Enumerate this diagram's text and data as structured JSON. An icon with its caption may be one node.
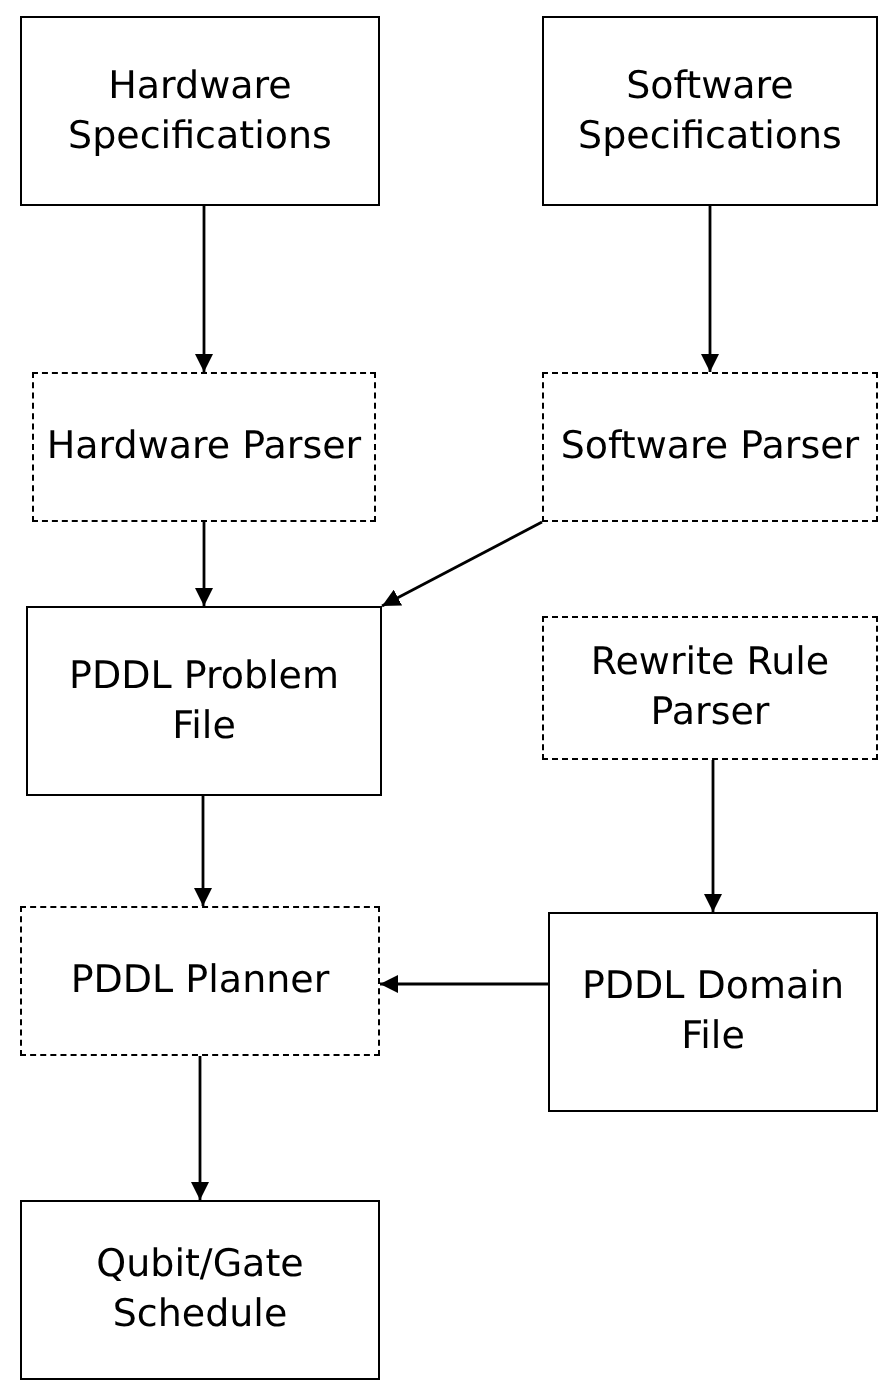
{
  "diagram": {
    "nodes": [
      {
        "text": [
          "Hardware Specifications"
        ]
      },
      {
        "text": [
          "Software Specifications"
        ]
      },
      {
        "text": [
          "Hardware Parser"
        ]
      },
      {
        "text": [
          "Software Parser"
        ]
      },
      {
        "text": [
          "PDDL Problem File"
        ]
      },
      {
        "text": [
          "Rewrite Rule Parser"
        ]
      },
      {
        "text": [
          "PDDL Planner"
        ]
      },
      {
        "text": [
          "PDDL Domain File"
        ]
      },
      {
        "text": [
          "Qubit/Gate Schedule"
        ]
      }
    ],
    "edges": [
      {
        "from": 0,
        "to": 2,
        "arrow": "to"
      },
      {
        "from": 1,
        "to": 3,
        "arrow": "to"
      },
      {
        "from": 2,
        "to": 4,
        "arrow": "to"
      },
      {
        "from": 3,
        "to": 4,
        "arrow": "to"
      },
      {
        "from": 4,
        "to": 6,
        "arrow": "to"
      },
      {
        "from": 5,
        "to": 7,
        "arrow": "to"
      },
      {
        "from": 7,
        "to": 6,
        "arrow": "to"
      },
      {
        "from": 6,
        "to": 8,
        "arrow": "to"
      }
    ]
  }
}
